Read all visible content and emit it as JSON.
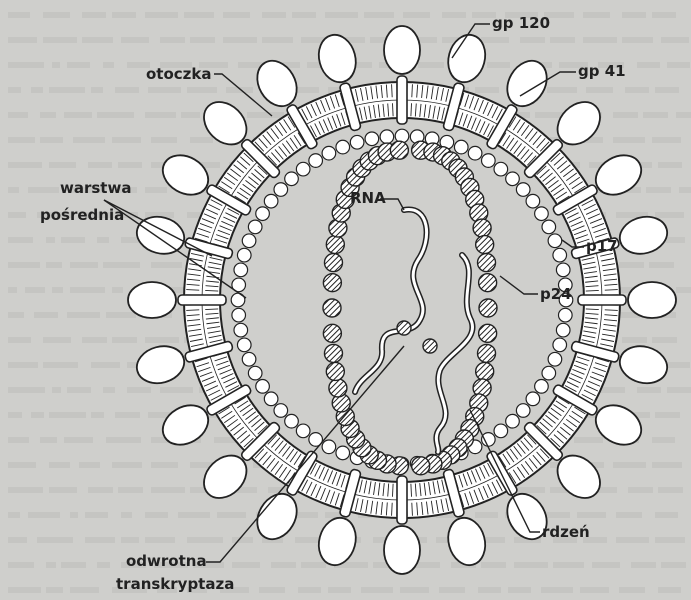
{
  "labels": {
    "gp120": "gp 120",
    "gp41": "gp 41",
    "envelope": "otoczka",
    "intermediate_line1": "warstwa",
    "intermediate_line2": "pośrednia",
    "rna": "RNA",
    "p17": "p17",
    "p24": "p24",
    "core": "rdzeń",
    "rt_line1": "odwrotna",
    "rt_line2": "transkryptaza"
  },
  "colors": {
    "background": "#cfcfcc",
    "ink": "#222222",
    "fill": "#ffffff",
    "faint_text": "#b9b9b6"
  }
}
